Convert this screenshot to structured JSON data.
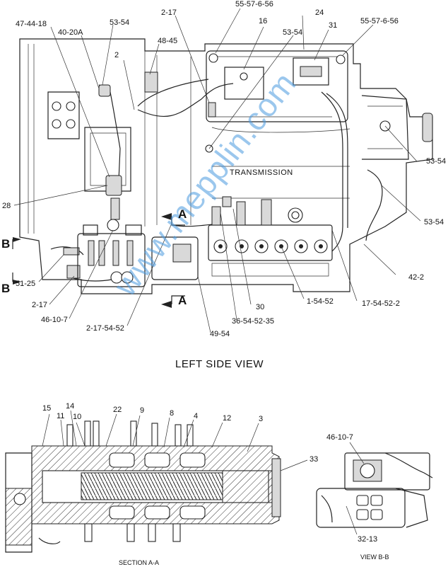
{
  "titles": {
    "transmission": "TRANSMISSION",
    "left_side_view": "LEFT SIDE VIEW",
    "section_aa": "SECTION A-A",
    "view_bb": "VIEW B-B"
  },
  "section_markers": {
    "a_top": "A",
    "a_bottom": "A",
    "b_top": "B",
    "b_bottom": "B"
  },
  "watermark": "www.mepplin.com",
  "labels": {
    "l_47_44_18": "47-44-18",
    "l_40_20a": "40-20A",
    "l_53_54_a": "53-54",
    "l_2_17_top": "2-17",
    "l_55_57_6_56_a": "55-57-6-56",
    "l_24": "24",
    "l_55_57_6_56_b": "55-57-6-56",
    "l_16": "16",
    "l_53_54_b": "53-54",
    "l_31": "31",
    "l_48_45": "48-45",
    "l_2": "2",
    "l_53_54_c": "53-54",
    "l_28": "28",
    "l_53_54_d": "53-54",
    "l_51_25": "51-25",
    "l_2_17_left": "2-17",
    "l_46_10_7_a": "46-10-7",
    "l_2_17_54_52": "2-17-54-52",
    "l_49_54": "49-54",
    "l_36_54_52_35": "36-54-52-35",
    "l_30": "30",
    "l_1_54_52": "1-54-52",
    "l_17_54_52_2": "17-54-52-2",
    "l_42_2": "42-2",
    "l_15": "15",
    "l_11": "11",
    "l_14": "14",
    "l_10": "10",
    "l_22": "22",
    "l_9": "9",
    "l_8": "8",
    "l_4": "4",
    "l_12": "12",
    "l_3": "3",
    "l_33": "33",
    "l_46_10_7_b": "46-10-7",
    "l_32_13": "32-13"
  }
}
